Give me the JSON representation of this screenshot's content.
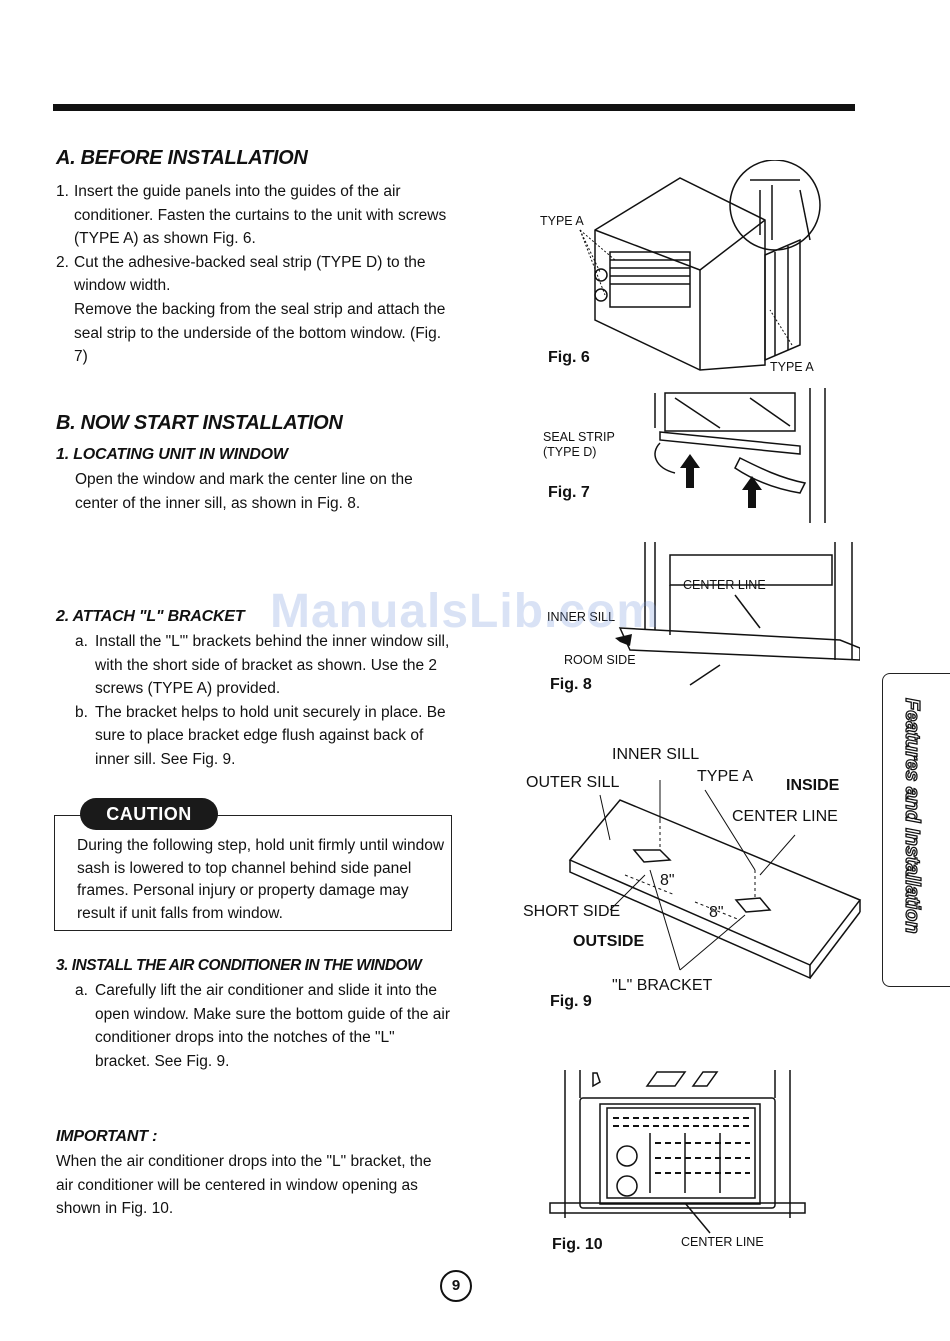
{
  "sectionA": {
    "title": "A. BEFORE INSTALLATION",
    "items": [
      {
        "num": "1.",
        "text": "Insert the guide panels into the guides of the air conditioner. Fasten the curtains to the unit with screws (TYPE A) as shown Fig. 6."
      },
      {
        "num": "2.",
        "text": "Cut the adhesive-backed seal strip (TYPE D) to the window width."
      }
    ],
    "continuation": "Remove the backing from the seal strip and attach the seal strip to the underside of the bottom window. (Fig. 7)"
  },
  "sectionB": {
    "title": "B. NOW START INSTALLATION",
    "step1": {
      "title": "1. LOCATING UNIT IN WINDOW",
      "text": "Open the window and mark the center line on the center of the inner sill, as shown in Fig. 8."
    },
    "step2": {
      "title": "2. ATTACH \"L\" BRACKET",
      "items": [
        {
          "num": "a.",
          "text": "Install the \"L\"' brackets behind the inner window sill, with the short side of bracket as shown. Use the 2 screws (TYPE A) provided."
        },
        {
          "num": "b.",
          "text": "The bracket helps to hold unit securely in place. Be sure to place bracket edge flush against back of inner sill. See Fig. 9."
        }
      ]
    },
    "caution": {
      "label": "CAUTION",
      "text": "During the following step, hold unit firmly until window sash is lowered to top channel behind side panel frames. Personal injury or property damage may result if unit falls from window."
    },
    "step3": {
      "title": "3. INSTALL THE AIR CONDITIONER IN THE WINDOW",
      "items": [
        {
          "num": "a.",
          "text": "Carefully lift the air conditioner and slide it into the open window. Make sure the bottom guide of the air conditioner drops into the notches of the \"L\" bracket. See Fig. 9."
        }
      ]
    },
    "important": {
      "title": "IMPORTANT :",
      "text": "When the air conditioner drops into the \"L\" bracket, the air conditioner will be centered in window opening as shown in Fig. 10."
    }
  },
  "figures": {
    "fig6": {
      "caption": "Fig. 6",
      "label_type_a_top": "TYPE A",
      "label_type_a_bottom": "TYPE A"
    },
    "fig7": {
      "caption": "Fig. 7",
      "label_seal_strip": "SEAL STRIP",
      "label_type_d": "(TYPE D)"
    },
    "fig8": {
      "caption": "Fig. 8",
      "label_center_line": "CENTER LINE",
      "label_inner_sill": "INNER SILL",
      "label_room_side": "ROOM SIDE"
    },
    "fig9": {
      "caption": "Fig. 9",
      "label_inner_sill": "INNER SILL",
      "label_outer_sill": "OUTER SILL",
      "label_type_a": "TYPE A",
      "label_inside": "INSIDE",
      "label_center_line": "CENTER LINE",
      "label_short_side": "SHORT SIDE",
      "label_outside": "OUTSIDE",
      "label_l_bracket": "\"L\" BRACKET",
      "dim_1": "8\"",
      "dim_2": "8\""
    },
    "fig10": {
      "caption": "Fig. 10",
      "label_center_line": "CENTER LINE"
    }
  },
  "side_tab": "Features and Installation",
  "watermark": "ManualsLib.com",
  "page_number": "9"
}
